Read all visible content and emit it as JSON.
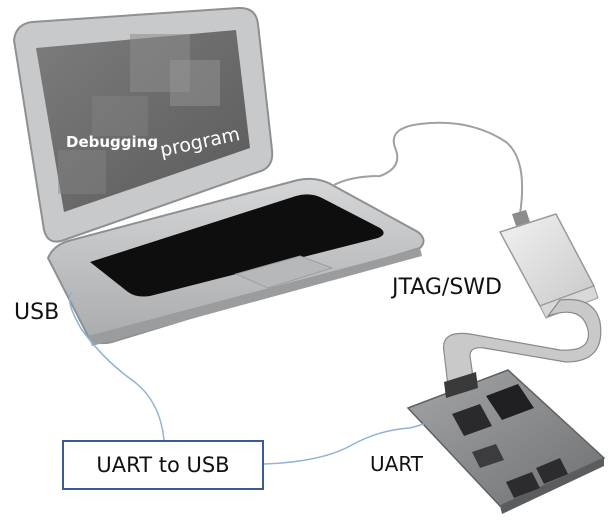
{
  "labels": {
    "usb": "USB",
    "jtag_swd": "JTAG/SWD",
    "uart": "UART",
    "uart_to_usb": "UART to USB"
  },
  "screen": {
    "debugging": "Debugging",
    "program": "program"
  },
  "colors": {
    "cable": "#8fb2d6",
    "box_border": "#3a5d8f",
    "laptop_body": "#c4c6c8",
    "screen": "#6a6a6a",
    "keyboard": "#0e0e0e",
    "board": "#8a8c8e"
  },
  "icons": [
    "laptop-icon",
    "debug-probe-icon",
    "ribbon-cable-icon",
    "circuit-board-icon"
  ]
}
